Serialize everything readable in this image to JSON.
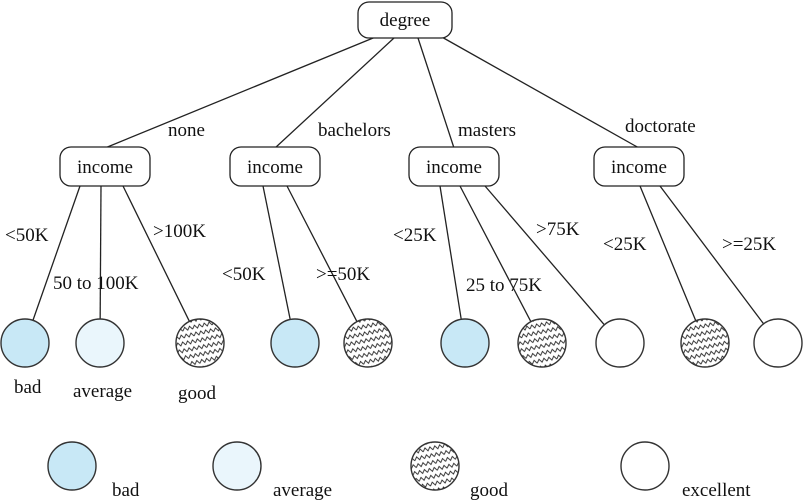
{
  "root": {
    "label": "degree"
  },
  "branches": [
    {
      "edge_label": "none",
      "node_label": "income",
      "leaves": [
        {
          "edge_label": "<50K",
          "class": "bad",
          "label": "bad"
        },
        {
          "edge_label": "50 to 100K",
          "class": "average",
          "label": "average"
        },
        {
          "edge_label": ">100K",
          "class": "good",
          "label": "good"
        }
      ]
    },
    {
      "edge_label": "bachelors",
      "node_label": "income",
      "leaves": [
        {
          "edge_label": "<50K",
          "class": "bad"
        },
        {
          "edge_label": ">=50K",
          "class": "good"
        }
      ]
    },
    {
      "edge_label": "masters",
      "node_label": "income",
      "leaves": [
        {
          "edge_label": "<25K",
          "class": "bad"
        },
        {
          "edge_label": "25 to 75K",
          "class": "good"
        },
        {
          "edge_label": ">75K",
          "class": "excellent"
        }
      ]
    },
    {
      "edge_label": "doctorate",
      "node_label": "income",
      "leaves": [
        {
          "edge_label": "<25K",
          "class": "good"
        },
        {
          "edge_label": ">=25K",
          "class": "excellent"
        }
      ]
    }
  ],
  "legend": [
    {
      "class": "bad",
      "label": "bad"
    },
    {
      "class": "average",
      "label": "average"
    },
    {
      "class": "good",
      "label": "good"
    },
    {
      "class": "excellent",
      "label": "excellent"
    }
  ],
  "colors": {
    "bad": "#c8e8f6",
    "average": "#eaf6fc",
    "excellent": "#ffffff",
    "line": "#222222"
  }
}
